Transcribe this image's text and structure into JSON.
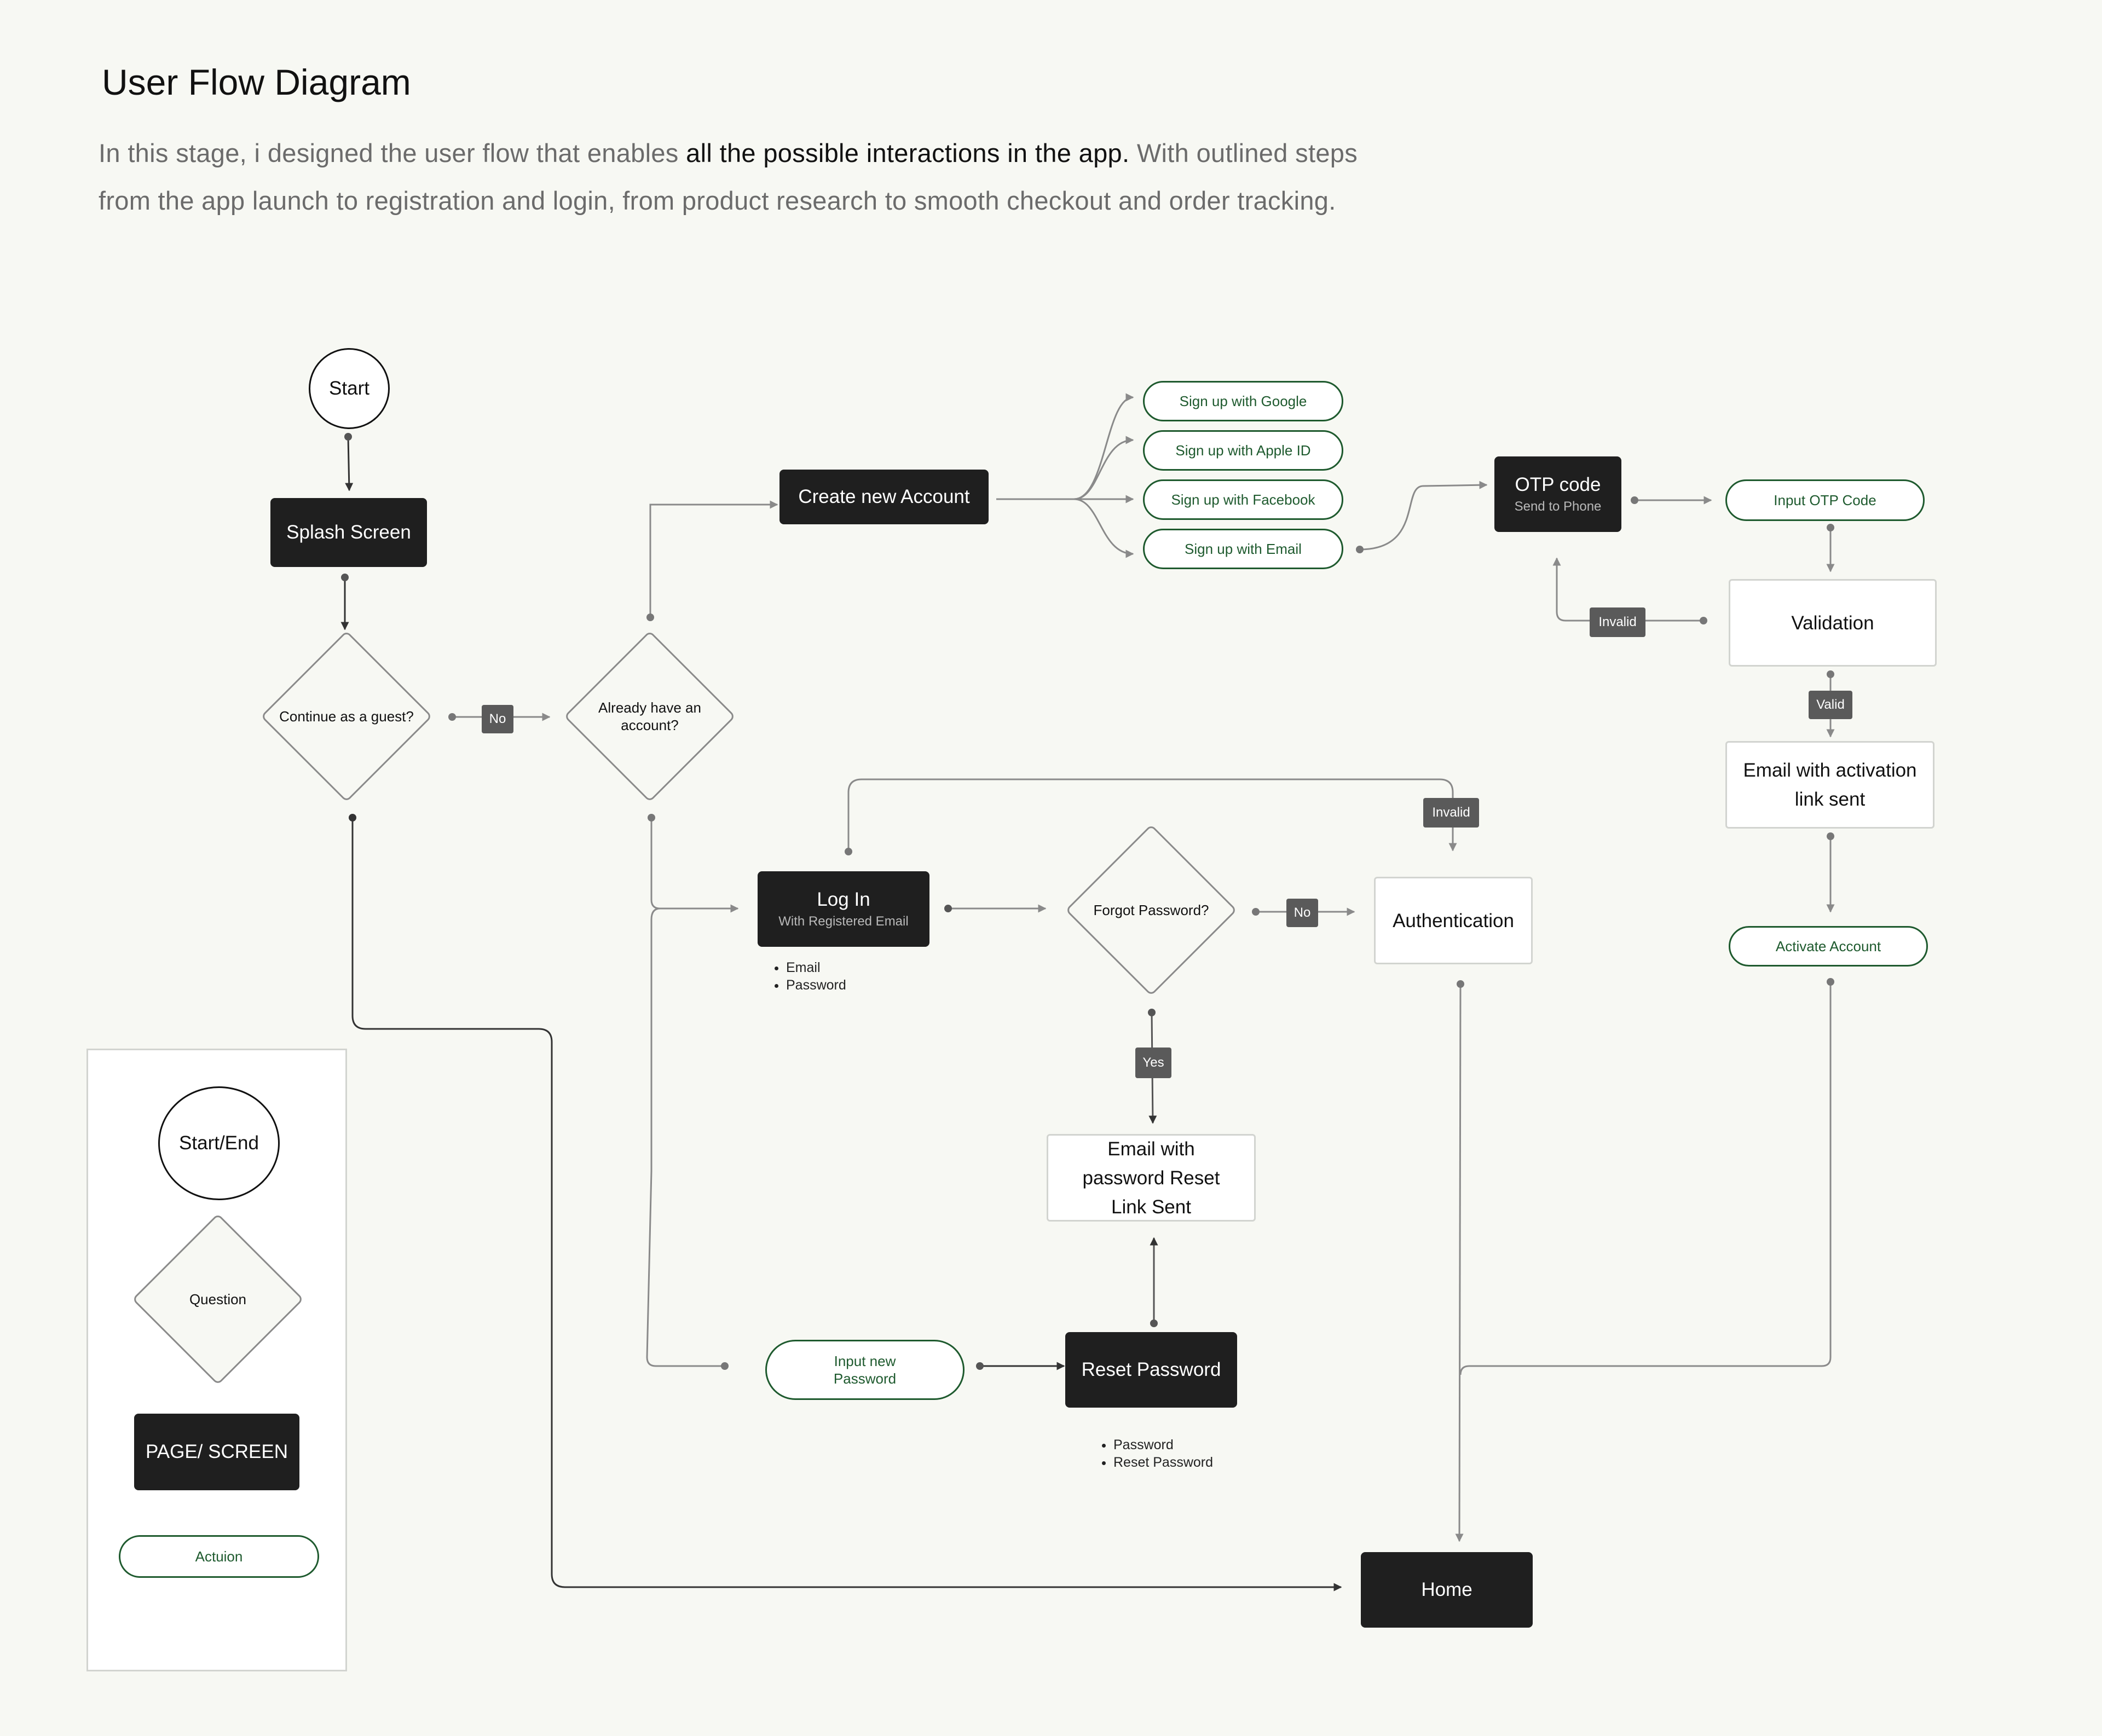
{
  "header": {
    "title": "User Flow Diagram",
    "intro_part1": "In this stage, i designed the user flow that enables ",
    "intro_highlight": "all the possible interactions in the app.",
    "intro_part2": " With outlined steps from the app launch to registration and login, from product research to smooth checkout and order tracking."
  },
  "nodes": {
    "start": "Start",
    "splash": "Splash Screen",
    "guest_question": "Continue as a guest?",
    "account_question": "Already have an account?",
    "create_account": "Create new Account",
    "signup_google": "Sign up with Google",
    "signup_apple": "Sign up with Apple ID",
    "signup_facebook": "Sign up with Facebook",
    "signup_email": "Sign up with Email",
    "otp_title": "OTP code",
    "otp_sub": "Send to Phone",
    "input_otp": "Input OTP Code",
    "validation": "Validation",
    "email_activation": "Email with activation link sent",
    "activate_account": "Activate Account",
    "login_title": "Log In",
    "login_sub": "With Registered Email",
    "forgot_question": "Forgot Password?",
    "authentication": "Authentication",
    "email_reset": "Email with password Reset Link Sent",
    "reset_password": "Reset Password",
    "input_new_password": "Input new Password",
    "home": "Home"
  },
  "login_fields": [
    "Email",
    "Password"
  ],
  "reset_fields": [
    "Password",
    "Reset Password"
  ],
  "edge_labels": {
    "no_guest": "No",
    "invalid_otp": "Invalid",
    "valid": "Valid",
    "invalid_auth": "Invalid",
    "no_forgot": "No",
    "yes_forgot": "Yes"
  },
  "legend": {
    "start_end": "Start/End",
    "question": "Question",
    "page_screen": "PAGE/ SCREEN",
    "action": "Actuion"
  },
  "colors": {
    "background": "#f7f8f3",
    "screen": "#1f1f1f",
    "action_border": "#1e5a2e",
    "connector": "#8a8a8a",
    "tag": "#5a5a5a"
  }
}
